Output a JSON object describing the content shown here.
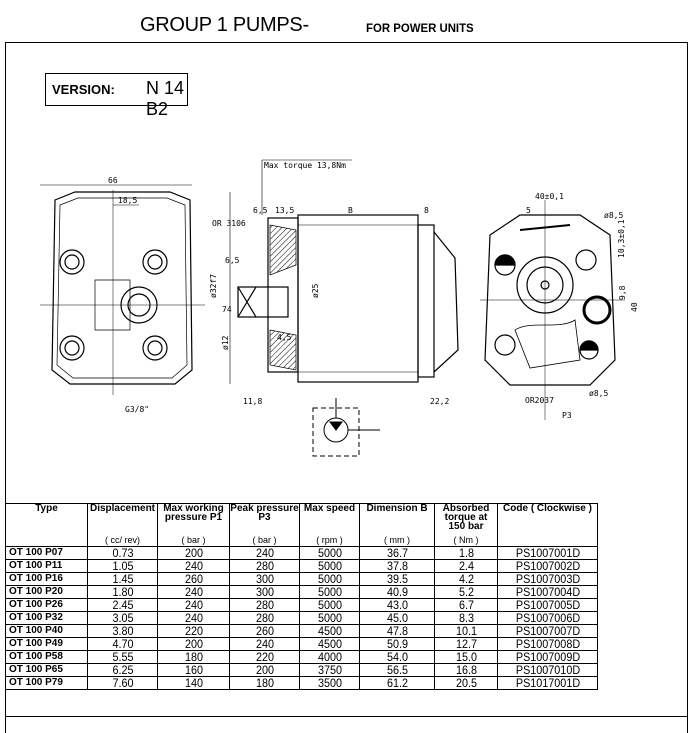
{
  "header": {
    "title": "GROUP 1 PUMPS-",
    "subtitle": "FOR POWER UNITS"
  },
  "version": {
    "label": "VERSION:",
    "value": "N 14 B2"
  },
  "drawing": {
    "front": {
      "width": "66",
      "offset": "18,5",
      "height": "74",
      "port": "G3/8\""
    },
    "side": {
      "max_torque": "Max torque 13,8Nm",
      "oring": "OR 3106",
      "d1": "6,5",
      "d2": "13,5",
      "b1": "B",
      "b2": "8",
      "shaft": "6,5",
      "pilot": "ø32f7",
      "shaft_dia": "ø12",
      "bore": "ø25",
      "d3": "4,5",
      "d4": "11,8",
      "d5": "22,2"
    },
    "rear": {
      "w": "40±0,1",
      "s": "5",
      "hole1": "ø8,5",
      "v1": "10,3±0,1",
      "v2": "9,8",
      "v3": "40",
      "hole2": "ø8,5",
      "oring": "OR2037",
      "p3": "P3"
    }
  },
  "table": {
    "headers": [
      {
        "label": "Type",
        "unit": ""
      },
      {
        "label": "Displacement",
        "unit": "( cc/ rev)"
      },
      {
        "label": "Max working pressure P1",
        "unit": "( bar )"
      },
      {
        "label": "Peak pressure P3",
        "unit": "( bar )"
      },
      {
        "label": "Max speed",
        "unit": "( rpm )"
      },
      {
        "label": "Dimension B",
        "unit": "( mm )"
      },
      {
        "label": "Absorbed torque at 150 bar",
        "unit": "( Nm )"
      },
      {
        "label": "Code ( Clockwise )",
        "unit": ""
      }
    ],
    "rows": [
      [
        "OT 100 P07",
        "0.73",
        "200",
        "240",
        "5000",
        "36.7",
        "1.8",
        "PS1007001D"
      ],
      [
        "OT 100 P11",
        "1.05",
        "240",
        "280",
        "5000",
        "37.8",
        "2.4",
        "PS1007002D"
      ],
      [
        "OT 100 P16",
        "1.45",
        "260",
        "300",
        "5000",
        "39.5",
        "4.2",
        "PS1007003D"
      ],
      [
        "OT 100 P20",
        "1.80",
        "240",
        "300",
        "5000",
        "40.9",
        "5.2",
        "PS1007004D"
      ],
      [
        "OT 100 P26",
        "2.45",
        "240",
        "280",
        "5000",
        "43.0",
        "6.7",
        "PS1007005D"
      ],
      [
        "OT 100 P32",
        "3.05",
        "240",
        "280",
        "5000",
        "45.0",
        "8.3",
        "PS1007006D"
      ],
      [
        "OT 100 P40",
        "3.80",
        "220",
        "260",
        "4500",
        "47.8",
        "10.1",
        "PS1007007D"
      ],
      [
        "OT 100 P49",
        "4.70",
        "200",
        "240",
        "4500",
        "50.9",
        "12.7",
        "PS1007008D"
      ],
      [
        "OT 100 P58",
        "5.55",
        "180",
        "220",
        "4000",
        "54.0",
        "15.0",
        "PS1007009D"
      ],
      [
        "OT 100 P65",
        "6.25",
        "160",
        "200",
        "3750",
        "56.5",
        "16.8",
        "PS1007010D"
      ],
      [
        "OT 100 P79",
        "7.60",
        "140",
        "180",
        "3500",
        "61.2",
        "20.5",
        "PS1017001D"
      ]
    ]
  }
}
